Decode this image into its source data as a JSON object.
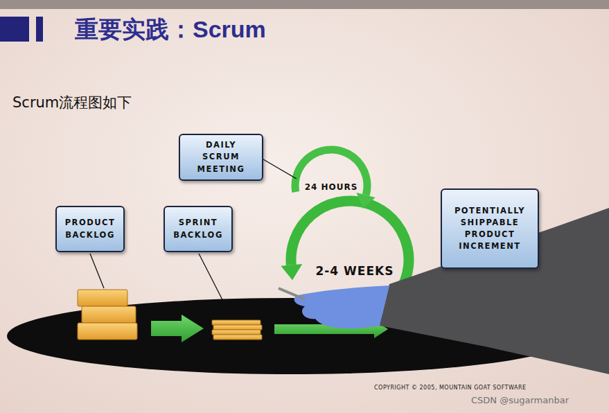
{
  "diagram": {
    "title": "重要实践：Scrum",
    "nodes": [
      {
        "text": [
          "PRODUCT BACKLOG"
        ]
      },
      {
        "text": [
          "SPRINT BACKLOG"
        ]
      },
      {
        "text": [
          "DAILY SCRUM MEETING"
        ]
      },
      {
        "text": [
          "POTENTIALLY SHIPPABLE PRODUCT INCREMENT"
        ]
      }
    ],
    "labels": [
      "Scrum流程图如下",
      "24 HOURS",
      "2-4 WEEKS",
      "COPYRIGHT © 2005, MOUNTAIN GOAT SOFTWARE",
      "CSDN @sugarmanbar"
    ]
  }
}
